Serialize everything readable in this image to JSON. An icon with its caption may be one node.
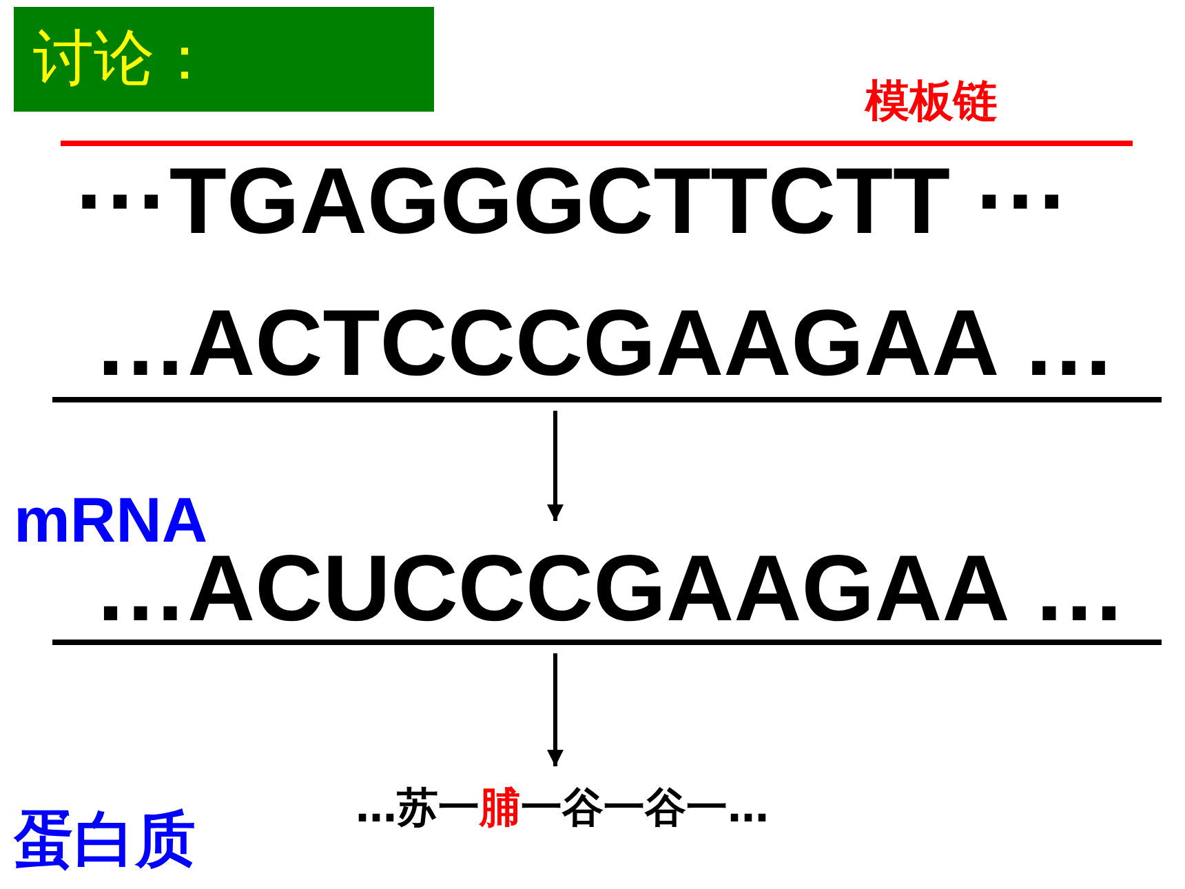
{
  "diagram": {
    "nodes": [
      {
        "text": [
          "讨论："
        ]
      },
      {
        "text": [
          "…ACTCCCGAAGAA …"
        ]
      },
      {
        "text": [
          "…ACUCCCGAAGAA …"
        ]
      },
      {
        "text": [
          "…苏一",
          "脯",
          "一谷一谷一…"
        ]
      }
    ],
    "edges": [
      {
        "from": 1,
        "to": 2,
        "arrow": "to"
      },
      {
        "from": 2,
        "to": 3,
        "arrow": "to"
      }
    ],
    "labels": [
      "模板链",
      "···TGAGGGCTTCTT ···",
      "mRNA",
      "蛋白质"
    ]
  }
}
